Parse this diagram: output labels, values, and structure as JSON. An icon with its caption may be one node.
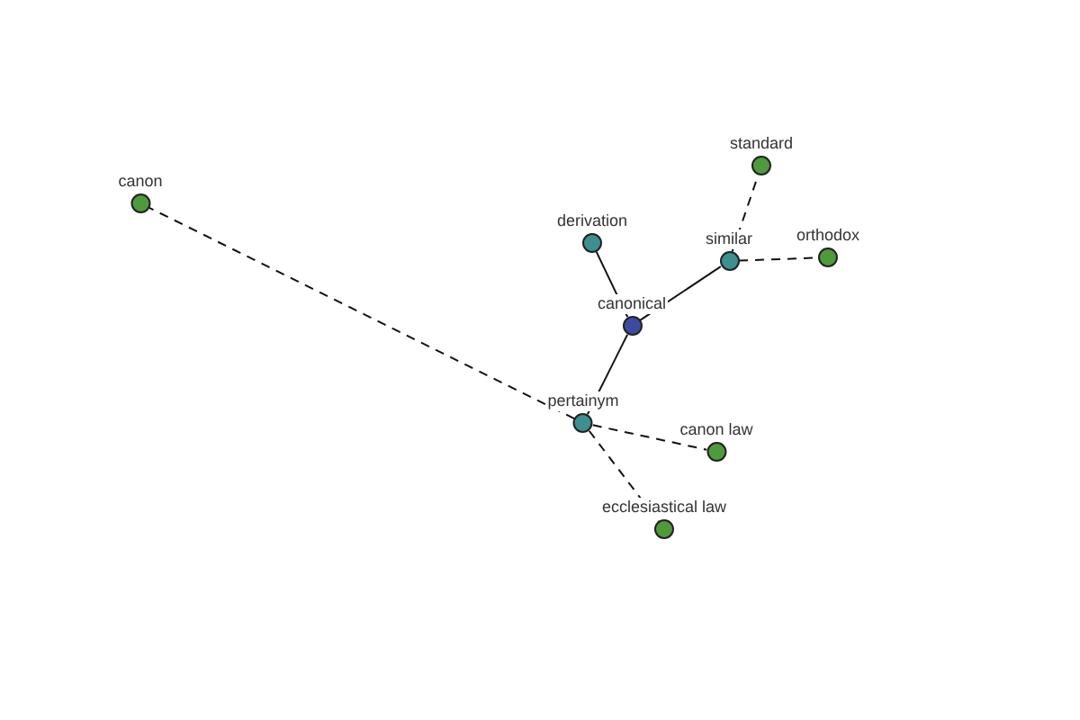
{
  "diagram": {
    "nodes": [
      {
        "text": [
          "canon"
        ]
      },
      {
        "text": [
          "derivation"
        ]
      },
      {
        "text": [
          "similar"
        ]
      },
      {
        "text": [
          "standard"
        ]
      },
      {
        "text": [
          "orthodox"
        ]
      },
      {
        "text": [
          "canonical"
        ]
      },
      {
        "text": [
          "pertainym"
        ]
      },
      {
        "text": [
          "canon law"
        ]
      },
      {
        "text": [
          "ecclesiastical law"
        ]
      }
    ],
    "edges": [
      {
        "from": 5,
        "to": 1,
        "arrow": "none"
      },
      {
        "from": 5,
        "to": 2,
        "arrow": "none"
      },
      {
        "from": 5,
        "to": 6,
        "arrow": "none"
      },
      {
        "from": 2,
        "to": 3,
        "arrow": "none",
        "style": "dashed"
      },
      {
        "from": 2,
        "to": 4,
        "arrow": "none",
        "style": "dashed"
      },
      {
        "from": 6,
        "to": 0,
        "arrow": "none",
        "style": "dashed"
      },
      {
        "from": 6,
        "to": 7,
        "arrow": "none",
        "style": "dashed"
      },
      {
        "from": 6,
        "to": 8,
        "arrow": "none",
        "style": "dashed"
      }
    ]
  }
}
